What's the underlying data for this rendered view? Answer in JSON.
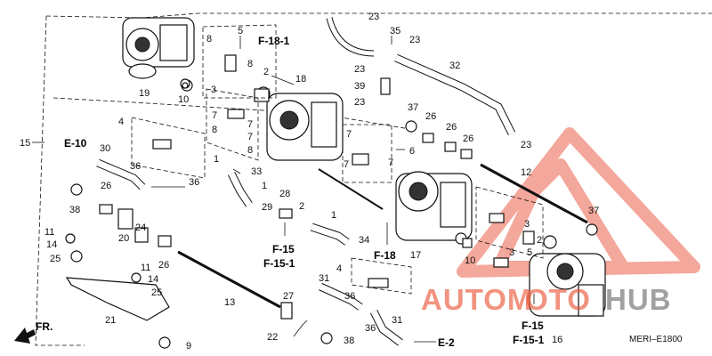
{
  "diagram": {
    "figure_code": "MERI–E1800",
    "fr_label": "FR.",
    "watermark": {
      "auto": "AUTOM",
      "moto": "OTO",
      "hub": "HUB",
      "color": "#ea5a3c",
      "triangle_color": "#f08a7a"
    },
    "references": [
      "F-18-1",
      "E-10",
      "F-15",
      "F-15-1",
      "F-18",
      "E-2",
      "F-15",
      "F-15-1"
    ],
    "part_numbers": [
      "1",
      "2",
      "3",
      "4",
      "5",
      "6",
      "7",
      "8",
      "9",
      "10",
      "11",
      "12",
      "13",
      "14",
      "15",
      "16",
      "17",
      "18",
      "19",
      "20",
      "21",
      "22",
      "23",
      "24",
      "25",
      "26",
      "27",
      "28",
      "29",
      "30",
      "31",
      "32",
      "33",
      "34",
      "35",
      "36",
      "37",
      "38",
      "39"
    ]
  }
}
